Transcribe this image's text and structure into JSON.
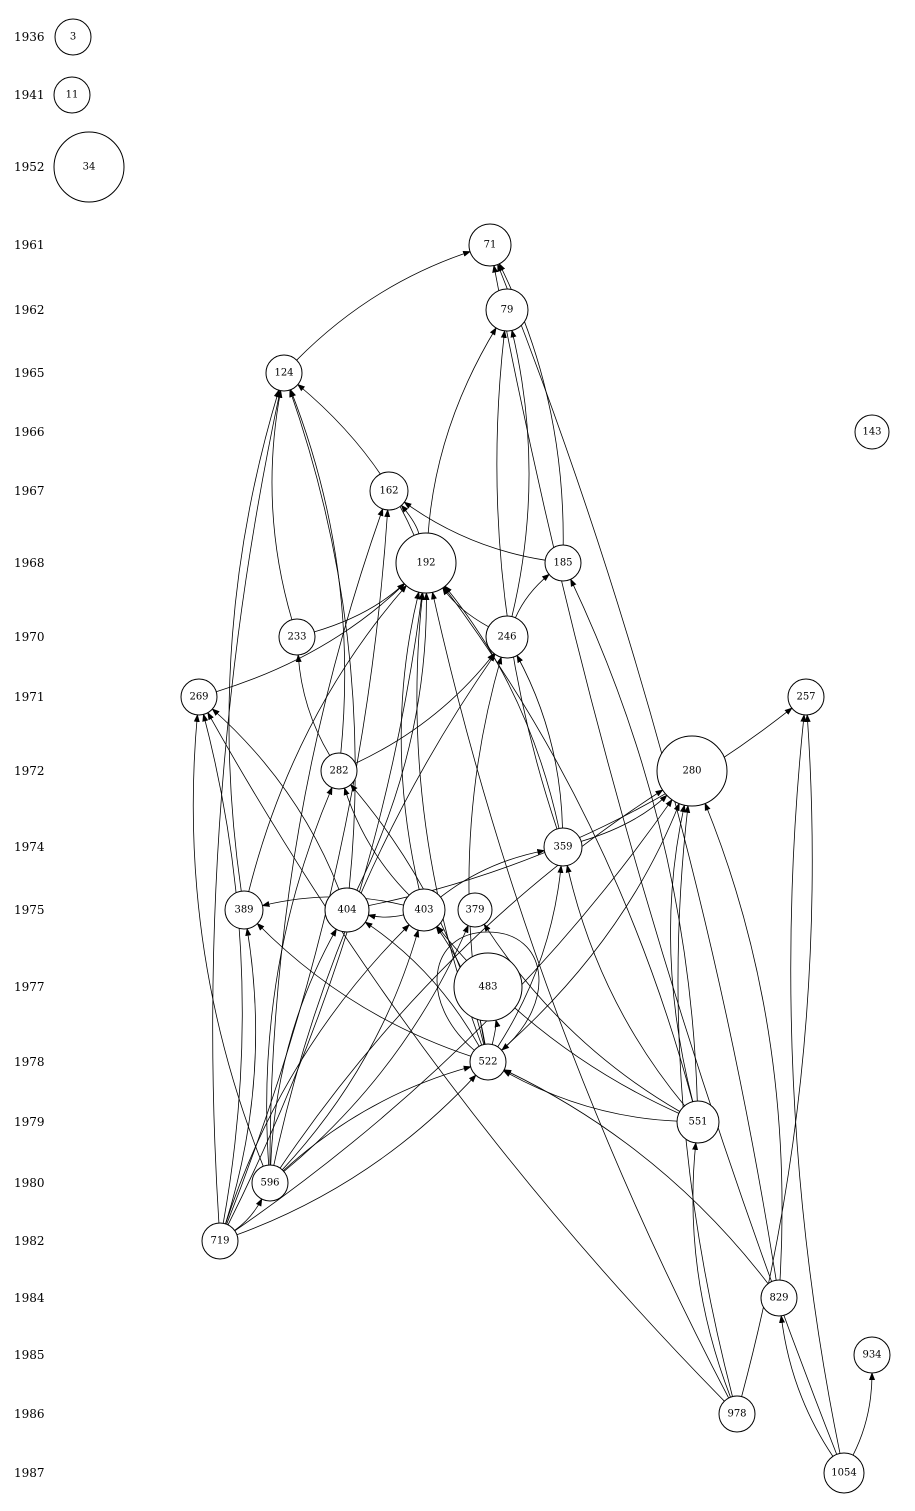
{
  "diagram": {
    "years": [
      "1936",
      "1941",
      "1952",
      "1961",
      "1962",
      "1965",
      "1966",
      "1967",
      "1968",
      "1970",
      "1971",
      "1972",
      "1974",
      "1975",
      "1977",
      "1978",
      "1979",
      "1980",
      "1982",
      "1984",
      "1985",
      "1986",
      "1987"
    ],
    "nodes": [
      "3",
      "11",
      "34",
      "71",
      "79",
      "124",
      "143",
      "162",
      "192",
      "185",
      "233",
      "246",
      "269",
      "257",
      "282",
      "280",
      "359",
      "389",
      "404",
      "403",
      "379",
      "483",
      "522",
      "551",
      "596",
      "719",
      "829",
      "934",
      "978",
      "1054"
    ],
    "edges": [
      [
        "124",
        "71"
      ],
      [
        "185",
        "71"
      ],
      [
        "1054",
        "71"
      ],
      [
        "829",
        "71"
      ],
      [
        "192",
        "79"
      ],
      [
        "246",
        "79"
      ],
      [
        "359",
        "79"
      ],
      [
        "192",
        "124"
      ],
      [
        "233",
        "124"
      ],
      [
        "282",
        "124"
      ],
      [
        "389",
        "124"
      ],
      [
        "404",
        "124"
      ],
      [
        "719",
        "124"
      ],
      [
        "192",
        "162"
      ],
      [
        "185",
        "162"
      ],
      [
        "719",
        "162"
      ],
      [
        "596",
        "162"
      ],
      [
        "233",
        "192"
      ],
      [
        "246",
        "192"
      ],
      [
        "269",
        "192"
      ],
      [
        "389",
        "192"
      ],
      [
        "404",
        "192"
      ],
      [
        "403",
        "192"
      ],
      [
        "359",
        "192"
      ],
      [
        "522",
        "192"
      ],
      [
        "551",
        "192"
      ],
      [
        "978",
        "192"
      ],
      [
        "719",
        "192"
      ],
      [
        "246",
        "185"
      ],
      [
        "551",
        "185"
      ],
      [
        "282",
        "233"
      ],
      [
        "282",
        "246"
      ],
      [
        "596",
        "246"
      ],
      [
        "359",
        "246"
      ],
      [
        "522",
        "246"
      ],
      [
        "404",
        "269"
      ],
      [
        "596",
        "269"
      ],
      [
        "719",
        "269"
      ],
      [
        "978",
        "269"
      ],
      [
        "978",
        "257"
      ],
      [
        "1054",
        "257"
      ],
      [
        "404",
        "257"
      ],
      [
        "403",
        "282"
      ],
      [
        "522",
        "282"
      ],
      [
        "596",
        "282"
      ],
      [
        "359",
        "280"
      ],
      [
        "551",
        "280"
      ],
      [
        "829",
        "280"
      ],
      [
        "978",
        "280"
      ],
      [
        "522",
        "280"
      ],
      [
        "596",
        "280"
      ],
      [
        "719",
        "280"
      ],
      [
        "403",
        "359"
      ],
      [
        "522",
        "359"
      ],
      [
        "551",
        "359"
      ],
      [
        "403",
        "389"
      ],
      [
        "522",
        "389"
      ],
      [
        "719",
        "389"
      ],
      [
        "403",
        "404"
      ],
      [
        "522",
        "404"
      ],
      [
        "596",
        "404"
      ],
      [
        "596",
        "403"
      ],
      [
        "719",
        "403"
      ],
      [
        "522",
        "403"
      ],
      [
        "551",
        "403"
      ],
      [
        "596",
        "379"
      ],
      [
        "551",
        "379"
      ],
      [
        "522",
        "483"
      ],
      [
        "551",
        "522"
      ],
      [
        "829",
        "522"
      ],
      [
        "596",
        "522"
      ],
      [
        "719",
        "522"
      ],
      [
        "978",
        "551"
      ],
      [
        "719",
        "596"
      ],
      [
        "1054",
        "829"
      ],
      [
        "1054",
        "934"
      ]
    ]
  }
}
